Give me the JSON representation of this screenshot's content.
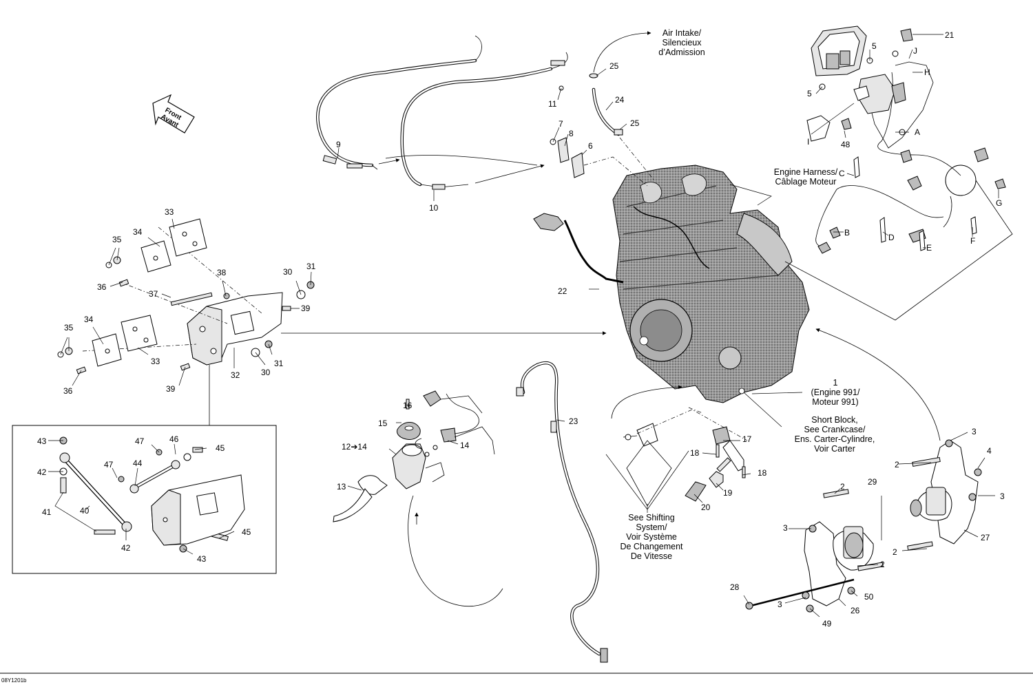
{
  "drawing_code": "08Y1201b",
  "front_label": {
    "line1": "Front",
    "line2": "Avant"
  },
  "notes": {
    "air_intake": [
      "Air Intake/",
      "Silencieux",
      "d’Admission"
    ],
    "engine_harness": [
      "Engine Harness/",
      "Câblage Moteur"
    ],
    "engine": [
      "1",
      "(Engine 991/",
      "Moteur 991)"
    ],
    "short_block": [
      "Short Block,",
      "See Crankcase/",
      "Ens. Carter-Cylindre,",
      "Voir Carter"
    ],
    "shifting": [
      "See Shifting",
      "System/",
      "Voir Système",
      "De Changement",
      "De Vitesse"
    ]
  },
  "callouts": [
    "2",
    "2",
    "2",
    "2",
    "3",
    "3",
    "3",
    "3",
    "4",
    "5",
    "5",
    "6",
    "7",
    "8",
    "9",
    "10",
    "11",
    "12➔14",
    "13",
    "14",
    "15",
    "16",
    "17",
    "18",
    "18",
    "19",
    "20",
    "21",
    "22",
    "23",
    "24",
    "25",
    "25",
    "26",
    "27",
    "28",
    "29",
    "30",
    "30",
    "31",
    "31",
    "32",
    "33",
    "33",
    "34",
    "34",
    "35",
    "35",
    "36",
    "36",
    "37",
    "38",
    "39",
    "39",
    "40",
    "41",
    "42",
    "42",
    "43",
    "43",
    "44",
    "45",
    "45",
    "46",
    "47",
    "47",
    "48",
    "49",
    "50",
    "A",
    "B",
    "C",
    "D",
    "E",
    "F",
    "G",
    "H",
    "I",
    "J"
  ]
}
